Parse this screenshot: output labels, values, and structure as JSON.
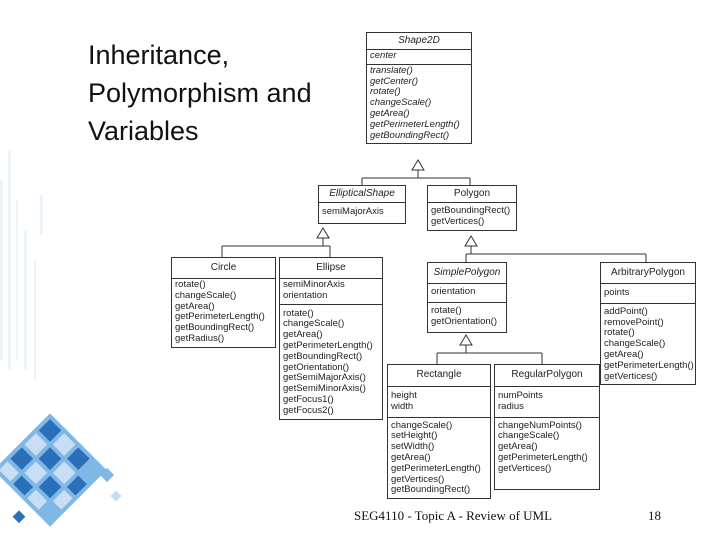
{
  "slide": {
    "title": "Inheritance,\nPolymorphism and\nVariables",
    "footer": "SEG4110 - Topic A -  Review of UML",
    "page_number": "18",
    "accent_colors": [
      "#2a6fb8",
      "#7fb7e6",
      "#c9def2"
    ]
  },
  "diagram": {
    "shape2d": {
      "name": "Shape2D",
      "attributes": [
        "center"
      ],
      "methods": [
        "translate()",
        "getCenter()",
        "rotate()",
        "changeScale()",
        "getArea()",
        "getPerimeterLength()",
        "getBoundingRect()"
      ]
    },
    "elliptical": {
      "name": "EllipticalShape",
      "attributes": [
        "semiMajorAxis"
      ],
      "methods": []
    },
    "polygon": {
      "name": "Polygon",
      "attributes": [],
      "methods": [
        "getBoundingRect()",
        "getVertices()"
      ]
    },
    "circle": {
      "name": "Circle",
      "attributes": [],
      "methods": [
        "rotate()",
        "changeScale()",
        "getArea()",
        "getPerimeterLength()",
        "getBoundingRect()",
        "getRadius()"
      ]
    },
    "ellipse": {
      "name": "Ellipse",
      "attributes": [
        "semiMinorAxis",
        "orientation"
      ],
      "methods": [
        "rotate()",
        "changeScale()",
        "getArea()",
        "getPerimeterLength()",
        "getBoundingRect()",
        "getOrientation()",
        "getSemiMajorAxis()",
        "getSemiMinorAxis()",
        "getFocus1()",
        "getFocus2()"
      ]
    },
    "simple_polygon": {
      "name": "SimplePolygon",
      "attributes": [
        "orientation"
      ],
      "methods": [
        "rotate()",
        "getOrientation()"
      ]
    },
    "arbitrary_polygon": {
      "name": "ArbitraryPolygon",
      "attributes": [
        "points"
      ],
      "methods": [
        "addPoint()",
        "removePoint()",
        "rotate()",
        "changeScale()",
        "getArea()",
        "getPerimeterLength()",
        "getVertices()"
      ]
    },
    "rectangle": {
      "name": "Rectangle",
      "attributes": [
        "height",
        "width"
      ],
      "methods": [
        "changeScale()",
        "setHeight()",
        "setWidth()",
        "getArea()",
        "getPerimeterLength()",
        "getVertices()",
        "getBoundingRect()"
      ]
    },
    "regular_polygon": {
      "name": "RegularPolygon",
      "attributes": [
        "numPoints",
        "radius"
      ],
      "methods": [
        "changeNumPoints()",
        "changeScale()",
        "getArea()",
        "getPerimeterLength()",
        "getVertices()"
      ]
    }
  }
}
